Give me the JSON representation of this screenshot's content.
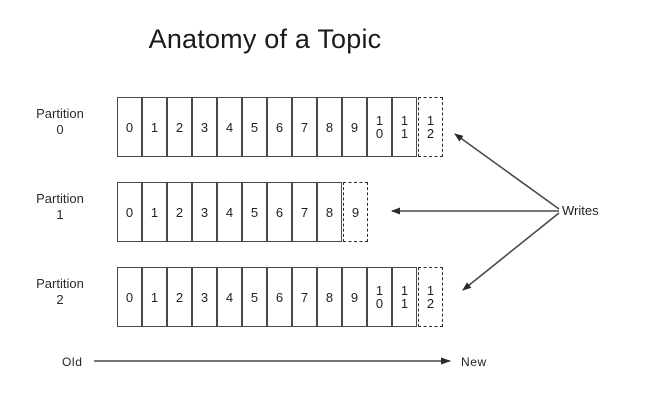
{
  "title": "Anatomy of a Topic",
  "partitions": [
    {
      "label": "Partition",
      "index": "0",
      "committed": [
        "0",
        "1",
        "2",
        "3",
        "4",
        "5",
        "6",
        "7",
        "8",
        "9",
        "10",
        "11"
      ],
      "pending": "12"
    },
    {
      "label": "Partition",
      "index": "1",
      "committed": [
        "0",
        "1",
        "2",
        "3",
        "4",
        "5",
        "6",
        "7",
        "8"
      ],
      "pending": "9"
    },
    {
      "label": "Partition",
      "index": "2",
      "committed": [
        "0",
        "1",
        "2",
        "3",
        "4",
        "5",
        "6",
        "7",
        "8",
        "9",
        "10",
        "11"
      ],
      "pending": "12"
    }
  ],
  "writes": {
    "label": "Writes"
  },
  "age_axis": {
    "old_label": "Old",
    "new_label": "New"
  },
  "colors": {
    "background": "#ffffff",
    "cell_border": "#4a4a4a",
    "pending_border": "#2b2b2b",
    "text": "#1f1f1f",
    "title": "#1a1a1a",
    "arrow": "#4a4a4a"
  }
}
